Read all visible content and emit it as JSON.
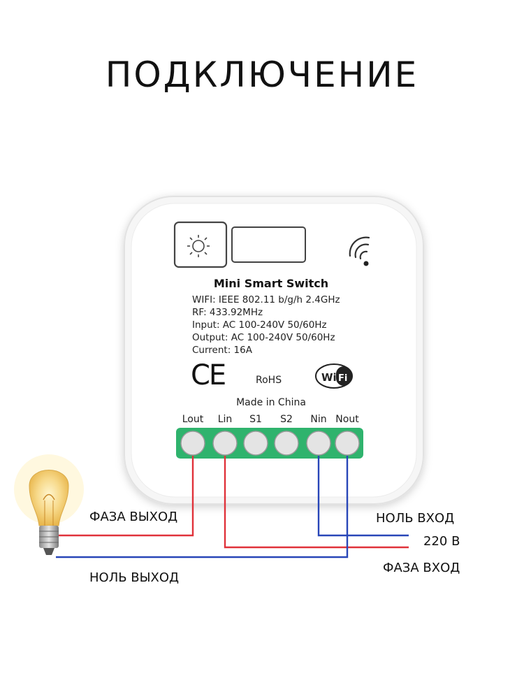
{
  "title": "ПОДКЛЮЧЕНИЕ",
  "device": {
    "name": "Mini Smart Switch",
    "specs": [
      "WIFI: IEEE 802.11 b/g/h  2.4GHz",
      "RF: 433.92MHz",
      "Input:  AC 100-240V  50/60Hz",
      "Output:  AC 100-240V  50/60Hz",
      "Current:  16A"
    ],
    "ce_mark": "CE",
    "rohs": "RoHS",
    "wifi_badge": {
      "left": "Wi",
      "right": "Fi"
    },
    "origin": "Made in China",
    "terminals": [
      "Lout",
      "Lin",
      "S1",
      "S2",
      "Nin",
      "Nout"
    ]
  },
  "labels": {
    "phase_out": "ФАЗА ВЫХОД",
    "neutral_out": "НОЛЬ ВЫХОД",
    "neutral_in": "НОЛЬ ВХОД",
    "voltage": "220 В",
    "phase_in": "ФАЗА ВХОД"
  },
  "colors": {
    "phase_wire": "#e0323a",
    "neutral_wire": "#2846b8",
    "terminal_block": "#2fb36d"
  }
}
